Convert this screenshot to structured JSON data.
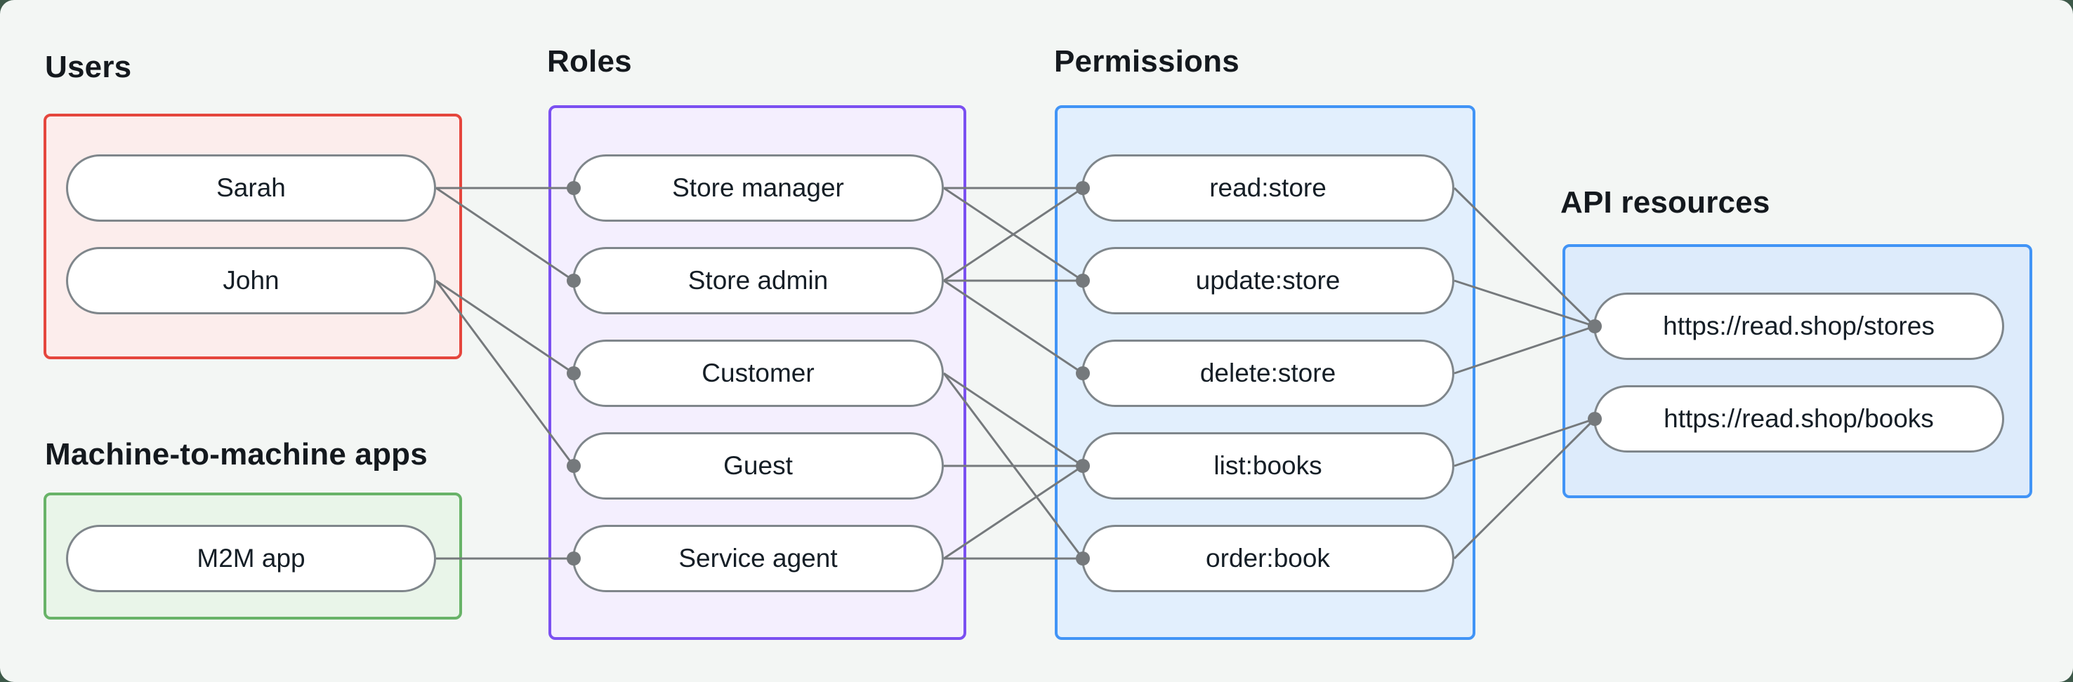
{
  "canvas": {
    "background": "#f3f6f4",
    "behind_color": "#3d5949"
  },
  "style": {
    "line_color": "#75797c",
    "dot_color": "#75797c",
    "pill_border_color": "#7f868b",
    "pill_fill": "#ffffff",
    "text_color": "#151e26",
    "label_color": "#14191e"
  },
  "groups": [
    {
      "id": "users",
      "label": "Users",
      "border": "#e5463d",
      "fill": "#fcedec"
    },
    {
      "id": "m2m",
      "label": "Machine-to-machine apps",
      "border": "#68b368",
      "fill": "#e9f5e9"
    },
    {
      "id": "roles",
      "label": "Roles",
      "border": "#7b50f1",
      "fill": "#f4effe"
    },
    {
      "id": "permissions",
      "label": "Permissions",
      "border": "#4194f6",
      "fill": "#e2effd"
    },
    {
      "id": "api",
      "label": "API resources",
      "border": "#4194f6",
      "fill": "#ddebfb"
    }
  ],
  "nodes": [
    {
      "id": "sarah",
      "group": "users",
      "label": "Sarah"
    },
    {
      "id": "john",
      "group": "users",
      "label": "John"
    },
    {
      "id": "m2m-app",
      "group": "m2m",
      "label": "M2M app"
    },
    {
      "id": "store-manager",
      "group": "roles",
      "label": "Store manager"
    },
    {
      "id": "store-admin",
      "group": "roles",
      "label": "Store admin"
    },
    {
      "id": "customer",
      "group": "roles",
      "label": "Customer"
    },
    {
      "id": "guest",
      "group": "roles",
      "label": "Guest"
    },
    {
      "id": "service-agent",
      "group": "roles",
      "label": "Service agent"
    },
    {
      "id": "read-store",
      "group": "permissions",
      "label": "read:store"
    },
    {
      "id": "update-store",
      "group": "permissions",
      "label": "update:store"
    },
    {
      "id": "delete-store",
      "group": "permissions",
      "label": "delete:store"
    },
    {
      "id": "list-books",
      "group": "permissions",
      "label": "list:books"
    },
    {
      "id": "order-book",
      "group": "permissions",
      "label": "order:book"
    },
    {
      "id": "stores",
      "group": "api",
      "label": "https://read.shop/stores"
    },
    {
      "id": "books",
      "group": "api",
      "label": "https://read.shop/books"
    }
  ],
  "edges": [
    [
      "sarah",
      "store-manager"
    ],
    [
      "sarah",
      "store-admin"
    ],
    [
      "john",
      "customer"
    ],
    [
      "john",
      "guest"
    ],
    [
      "m2m-app",
      "service-agent"
    ],
    [
      "store-manager",
      "read-store"
    ],
    [
      "store-manager",
      "update-store"
    ],
    [
      "store-admin",
      "read-store"
    ],
    [
      "store-admin",
      "update-store"
    ],
    [
      "store-admin",
      "delete-store"
    ],
    [
      "customer",
      "list-books"
    ],
    [
      "customer",
      "order-book"
    ],
    [
      "guest",
      "list-books"
    ],
    [
      "service-agent",
      "list-books"
    ],
    [
      "service-agent",
      "order-book"
    ],
    [
      "read-store",
      "stores"
    ],
    [
      "update-store",
      "stores"
    ],
    [
      "delete-store",
      "stores"
    ],
    [
      "list-books",
      "books"
    ],
    [
      "order-book",
      "books"
    ]
  ]
}
